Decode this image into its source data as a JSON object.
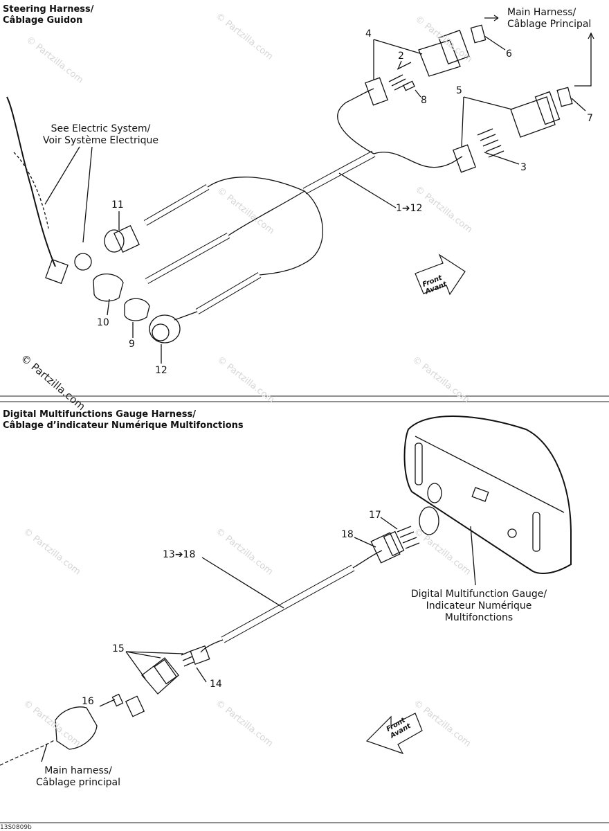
{
  "sections": {
    "steering": {
      "title_line1": "Steering Harness/",
      "title_line2": "Câblage Guidon"
    },
    "gauge": {
      "title_line1": "Digital Multifunctions Gauge Harness/",
      "title_line2": "Câblage d’indicateur Numérique Multifonctions"
    }
  },
  "labels": {
    "main_harness_top_1": "Main Harness/",
    "main_harness_top_2": "Câblage Principal",
    "electric_system_1": "See Electric System/",
    "electric_system_2": "Voir Système Electrique",
    "gauge_label_1": "Digital Multifunction Gauge/",
    "gauge_label_2": "Indicateur Numérique",
    "gauge_label_3": "Multifonctions",
    "main_harness_bottom_1": "Main harness/",
    "main_harness_bottom_2": "Câblage principal",
    "front_1": "Front",
    "front_2": "Avant"
  },
  "callouts": {
    "c1_12": "1➔12",
    "c2": "2",
    "c3": "3",
    "c4": "4",
    "c5": "5",
    "c6": "6",
    "c7": "7",
    "c8": "8",
    "c9": "9",
    "c10": "10",
    "c11": "11",
    "c12": "12",
    "c13_18": "13➔18",
    "c14": "14",
    "c15": "15",
    "c16": "16",
    "c17": "17",
    "c18": "18"
  },
  "watermark": "© Partzilla.com",
  "copyright": "© Partzilla.com",
  "drawing_ref": "13S0809b",
  "colors": {
    "line": "#111111",
    "watermark": "#d6d6d6"
  }
}
